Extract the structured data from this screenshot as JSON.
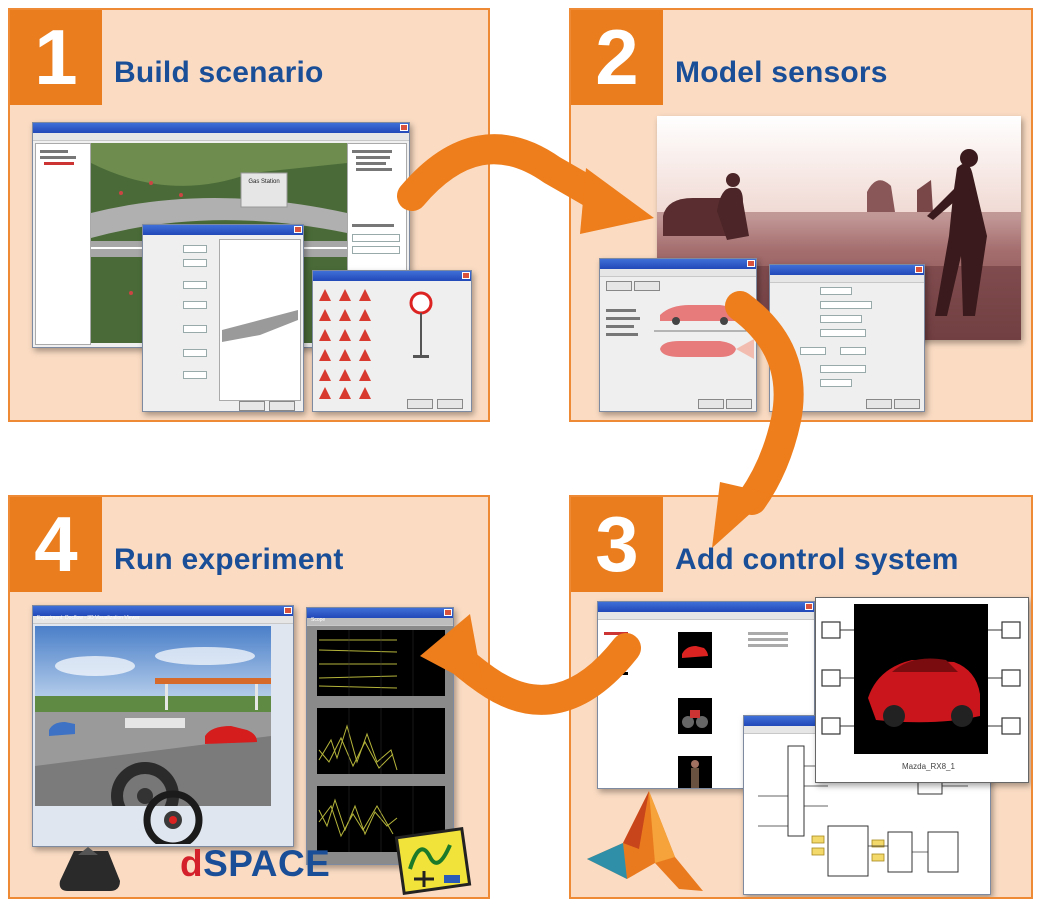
{
  "steps": [
    {
      "number": "1",
      "title": "Build scenario"
    },
    {
      "number": "2",
      "title": "Model sensors"
    },
    {
      "number": "3",
      "title": "Add control system"
    },
    {
      "number": "4",
      "title": "Run experiment"
    }
  ],
  "screens": {
    "scenario_window_title": "Experiment ...",
    "gas_station_label": "Gas Station",
    "experiment_window_title": "Experiment: Docflow - 3D Visualization Viewer",
    "scope_window_title": "Scope",
    "car_model_label": "Mazda_RX8_1"
  },
  "logos": {
    "dspace_d": "d",
    "dspace_rest": "SPACE",
    "dspace_d_color": "#d4202a",
    "dspace_color": "#1a4f98"
  },
  "colors": {
    "panel_bg": "#fbdcc3",
    "panel_border": "#ee8a36",
    "number_box": "#ea7d1e",
    "title": "#1a4f98",
    "arrow": "#ee7d1b"
  }
}
